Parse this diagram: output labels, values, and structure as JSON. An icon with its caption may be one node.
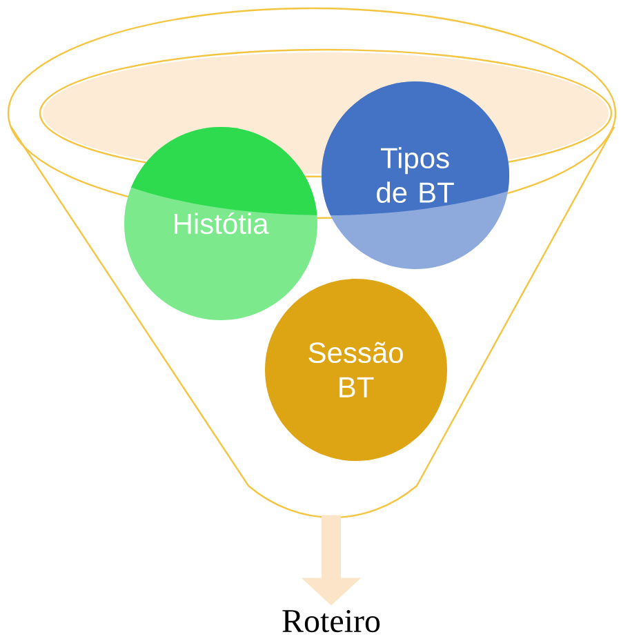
{
  "diagram": {
    "nodes": [
      {
        "text": [],
        "shape": "funnel"
      },
      {
        "text": [
          "Histótia"
        ],
        "in": 0
      },
      {
        "text": [
          "Tipos de BT"
        ],
        "in": 0
      },
      {
        "text": [
          "Sessão BT"
        ],
        "in": 0
      },
      {
        "text": [
          "Roteiro"
        ]
      }
    ],
    "edges": [
      {
        "from": 0,
        "to": 4,
        "arrow": "to"
      }
    ]
  }
}
